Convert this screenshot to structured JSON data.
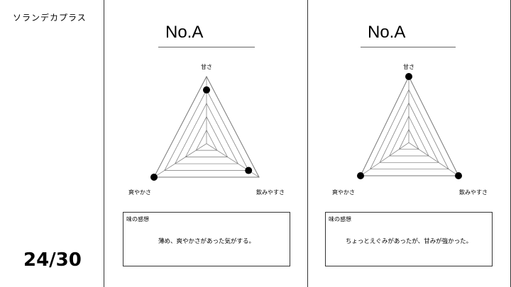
{
  "brand": "ソランデカプラス",
  "page_counter": "24/30",
  "axes": {
    "top": "甘さ",
    "right": "飲みやすさ",
    "left": "爽やかさ"
  },
  "comment_label": "味の感想",
  "sheets": [
    {
      "title": "No.A",
      "comment": "薄め、爽やかさがあった気がする。",
      "ratings": {
        "sweetness": 0.8,
        "drinkability": 0.8,
        "refreshing": 1.0
      }
    },
    {
      "title": "No.A",
      "comment": "ちょっとえぐみがあったが、甘みが強かった。",
      "ratings": {
        "sweetness": 1.0,
        "drinkability": 1.0,
        "refreshing": 1.0
      }
    }
  ]
}
